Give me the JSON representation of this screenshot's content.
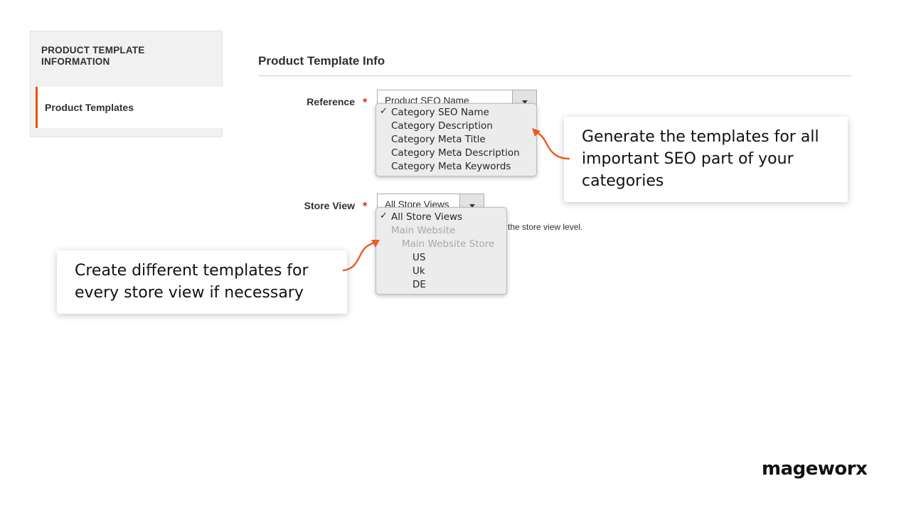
{
  "sidebar": {
    "title": "PRODUCT TEMPLATE INFORMATION",
    "items": [
      {
        "label": "Product Templates"
      }
    ]
  },
  "section": {
    "title": "Product Template Info"
  },
  "fields": {
    "reference": {
      "label": "Reference",
      "required_mark": "*",
      "value": "Product SEO Name",
      "options": [
        {
          "label": "Category SEO Name",
          "selected": true
        },
        {
          "label": "Category Description"
        },
        {
          "label": "Category Meta Title"
        },
        {
          "label": "Category Meta Description"
        },
        {
          "label": "Category Meta Keywords"
        }
      ]
    },
    "store_view": {
      "label": "Store View",
      "required_mark": "*",
      "value": "All Store Views",
      "note": "the store view level.",
      "options": [
        {
          "label": "All Store Views",
          "selected": true
        },
        {
          "label": "Main Website",
          "disabled": true
        },
        {
          "label": "Main Website Store",
          "disabled": true
        },
        {
          "label": "US"
        },
        {
          "label": "Uk"
        },
        {
          "label": "DE"
        }
      ]
    }
  },
  "callouts": {
    "reference": "Generate the templates for all important SEO part of your categories",
    "store_view": "Create different templates for every store view if necessary"
  },
  "check_mark": "✓",
  "brand": "mageworx",
  "colors": {
    "accent": "#eb5202",
    "required": "#e22626",
    "arrow": "#f05a22"
  }
}
